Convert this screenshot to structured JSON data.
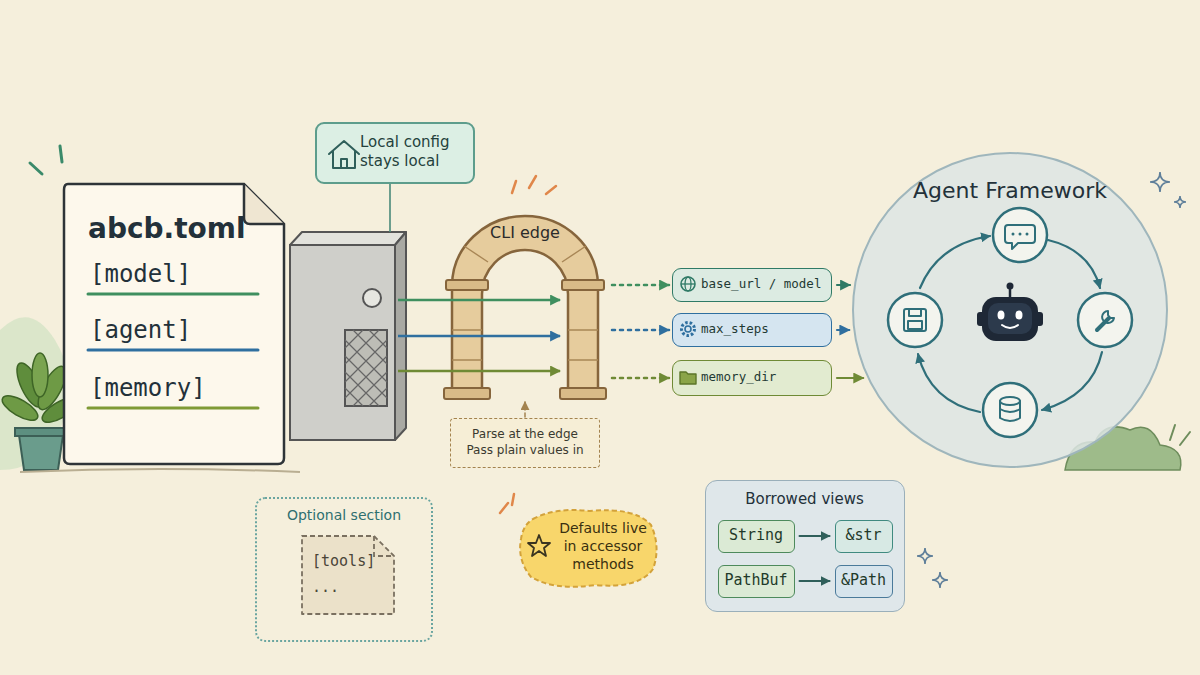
{
  "diagram": {
    "nodes": [
      {
        "text": [
          "abcb.toml",
          "[model]",
          "[agent]",
          "[memory]"
        ]
      },
      {
        "text": [
          "Local config stays local"
        ]
      },
      {
        "text": [
          "CLI edge"
        ]
      },
      {
        "text": [
          "base_url / model"
        ]
      },
      {
        "text": [
          "max_steps"
        ]
      },
      {
        "text": [
          "memory_dir"
        ]
      },
      {
        "text": [
          "Agent Framework"
        ]
      },
      {
        "text": [
          "Parse at the edge Pass plain values in"
        ]
      },
      {
        "text": [
          "Optional section"
        ]
      },
      {
        "text": [
          "[tools]",
          "..."
        ],
        "in": 8
      },
      {
        "text": [
          "Defaults live in accessor methods"
        ]
      },
      {
        "text": [
          "Borrowed views"
        ]
      },
      {
        "text": [
          "String"
        ],
        "in": 11
      },
      {
        "text": [
          "&str"
        ],
        "in": 11
      },
      {
        "text": [
          "PathBuf"
        ],
        "in": 11
      },
      {
        "text": [
          "&Path"
        ],
        "in": 11
      }
    ],
    "edges": [
      {
        "from": 2,
        "to": 3,
        "arrow": "to"
      },
      {
        "from": 2,
        "to": 4,
        "arrow": "to"
      },
      {
        "from": 2,
        "to": 5,
        "arrow": "to"
      },
      {
        "from": 3,
        "to": 6,
        "arrow": "to"
      },
      {
        "from": 4,
        "to": 6,
        "arrow": "to"
      },
      {
        "from": 5,
        "to": 6,
        "arrow": "to"
      },
      {
        "from": 7,
        "to": 2,
        "arrow": "to"
      },
      {
        "from": 12,
        "to": 13,
        "arrow": "to"
      },
      {
        "from": 14,
        "to": 15,
        "arrow": "to"
      }
    ]
  }
}
